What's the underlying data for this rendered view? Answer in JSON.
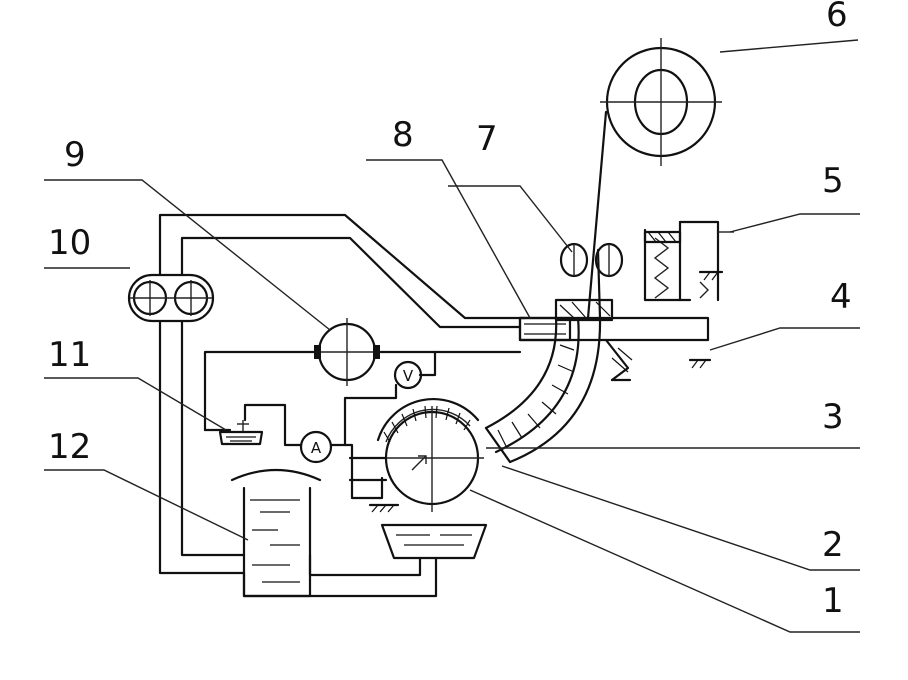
{
  "labels": {
    "n1": "1",
    "n2": "2",
    "n3": "3",
    "n4": "4",
    "n5": "5",
    "n6": "6",
    "n7": "7",
    "n8": "8",
    "n9": "9",
    "n10": "10",
    "n11": "11",
    "n12": "12"
  },
  "meters": {
    "ammeter": "A",
    "voltmeter": "V"
  },
  "colors": {
    "ink": "#111111",
    "background": "#ffffff"
  }
}
